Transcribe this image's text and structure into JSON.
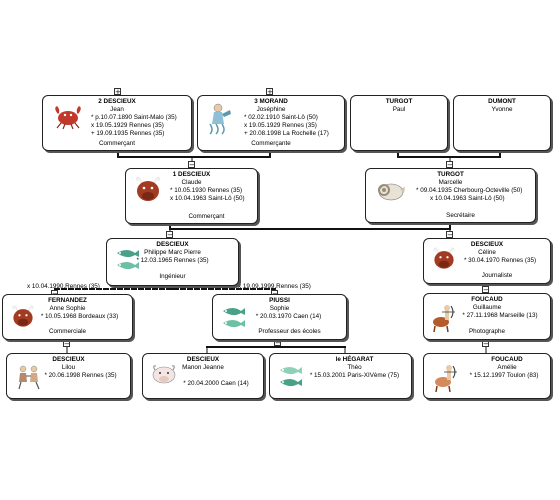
{
  "people": {
    "p_jean": {
      "num": "2",
      "surname": "DESCIEUX",
      "given": "Jean",
      "lines": [
        "* p.10.07.1890 Saint-Malo (35)",
        "x 19.05.1929 Rennes (35)",
        "+ 19.09.1935 Rennes (35)"
      ],
      "occupation": "Commerçant",
      "sign": "cancer"
    },
    "p_josephine": {
      "num": "3",
      "surname": "MORAND",
      "given": "Joséphine",
      "lines": [
        "* 02.02.1910 Saint-Lô (50)",
        "x 19.05.1929 Rennes (35)",
        "+ 20.08.1998 La Rochelle (17)"
      ],
      "occupation": "Commerçante",
      "sign": "aquarius"
    },
    "p_paul": {
      "surname": "TURGOT",
      "given": "Paul"
    },
    "p_yvonne": {
      "surname": "DUMONT",
      "given": "Yvonne"
    },
    "p_claude": {
      "num": "1",
      "surname": "DESCIEUX",
      "given": "Claude",
      "lines": [
        "* 10.05.1930 Rennes (35)",
        "x 10.04.1963 Saint-Lô (50)"
      ],
      "occupation": "Commerçant",
      "sign": "taurus"
    },
    "p_marcelle": {
      "surname": "TURGOT",
      "given": "Marcelle",
      "lines": [
        "* 09.04.1935 Cherbourg-Octeville (50)",
        "x 10.04.1963 Saint-Lô (50)"
      ],
      "occupation": "Secrétaire",
      "sign": "aries"
    },
    "p_philippe": {
      "surname": "DESCIEUX",
      "given": "Philippe Marc Pierre",
      "lines": [
        "* 12.03.1965 Rennes (35)"
      ],
      "occupation": "Ingénieur",
      "sign": "pisces"
    },
    "p_celine": {
      "surname": "DESCIEUX",
      "given": "Céline",
      "lines": [
        "* 30.04.1970 Rennes (35)"
      ],
      "occupation": "Journaliste",
      "sign": "taurus"
    },
    "p_anne": {
      "surname": "FERNANDEZ",
      "given": "Anne Sophie",
      "lines": [
        "* 10.05.1968 Bordeaux (33)"
      ],
      "occupation": "Commerciale",
      "sign": "taurus"
    },
    "p_sophie": {
      "surname": "PIUSSI",
      "given": "Sophie",
      "lines": [
        "* 20.03.1970 Caen (14)"
      ],
      "occupation": "Professeur des écoles",
      "sign": "pisces"
    },
    "p_guillaume": {
      "surname": "FOUCAUD",
      "given": "Guillaume",
      "lines": [
        "* 27.11.1968 Marseille (13)"
      ],
      "occupation": "Photographe",
      "sign": "sagittarius"
    },
    "p_lilou": {
      "surname": "DESCIEUX",
      "given": "Lilou",
      "lines": [
        "* 20.06.1998 Rennes (35)"
      ],
      "sign": "gemini"
    },
    "p_manon": {
      "surname": "DESCIEUX",
      "given": "Manon Jeanne",
      "lines": [
        "* 20.04.2000 Caen (14)"
      ],
      "sign": "taurus"
    },
    "p_theo": {
      "surname": "le HÉGARAT",
      "given": "Théo",
      "lines": [
        "* 15.03.2001 Paris-XIVème (75)"
      ],
      "sign": "pisces"
    },
    "p_amelie": {
      "surname": "FOUCAUD",
      "given": "Amélie",
      "lines": [
        "* 15.12.1997 Toulon (83)"
      ],
      "sign": "sagittarius"
    }
  },
  "marriages": {
    "m1": "x 10.04.1990,Rennes (35)",
    "m2": "x 19.09.1999,Rennes (35)"
  },
  "toggles": {
    "plus": "+",
    "minus": "−"
  },
  "colors": {
    "cancer": "#c0392b",
    "taurus": "#a33a22",
    "aries": "#9a8c78",
    "aquarius": "#5a9ab0",
    "pisces": "#4aa088",
    "gemini": "#b58a6a",
    "sagittarius": "#b55a2a",
    "line": "#111111"
  }
}
